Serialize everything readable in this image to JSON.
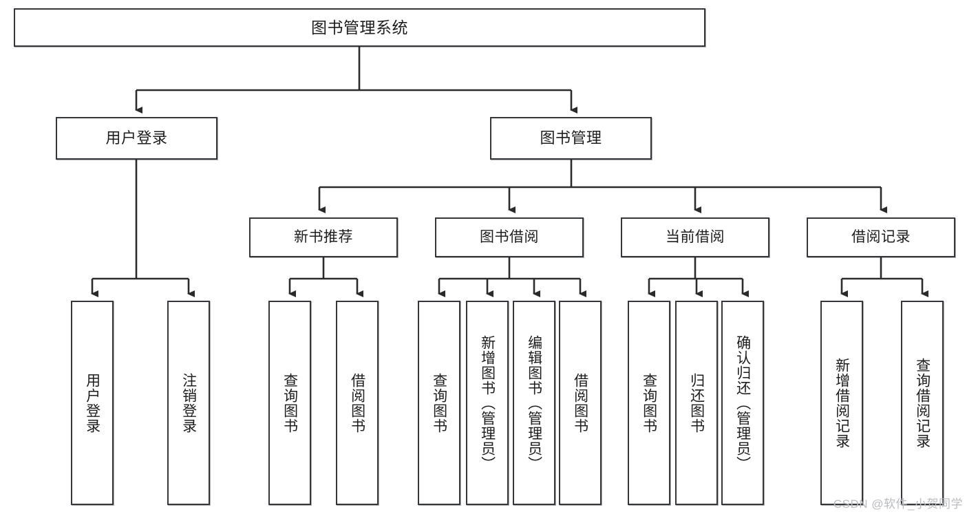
{
  "diagram": {
    "title": "图书管理系统",
    "type": "tree-hierarchy-diagram",
    "colors": {
      "box_border": "#33373b",
      "box_fill": "#ffffff",
      "edge": "#2b2b2b",
      "text": "#1d1d1d",
      "watermark": "#b9bcc0"
    },
    "nodes": {
      "root": {
        "label": "图书管理系统"
      },
      "level2": [
        {
          "id": "user-login",
          "label": "用户登录"
        },
        {
          "id": "book-management",
          "label": "图书管理"
        }
      ],
      "level3": [
        {
          "id": "new-book-recommend",
          "label": "新书推荐"
        },
        {
          "id": "book-borrow",
          "label": "图书借阅"
        },
        {
          "id": "current-borrow",
          "label": "当前借阅"
        },
        {
          "id": "borrow-record",
          "label": "借阅记录"
        }
      ],
      "leaves": {
        "user-login": [
          {
            "id": "user-login-leaf",
            "label": "用户登录"
          },
          {
            "id": "user-logout-leaf",
            "label": "注销登录"
          }
        ],
        "new-book-recommend": [
          {
            "id": "query-books-1",
            "label": "查询图书"
          },
          {
            "id": "borrow-books-1",
            "label": "借阅图书"
          }
        ],
        "book-borrow": [
          {
            "id": "query-books-2",
            "label": "查询图书"
          },
          {
            "id": "add-book-admin",
            "label": "新增图书（管理员）"
          },
          {
            "id": "edit-book-admin",
            "label": "编辑图书（管理员）"
          },
          {
            "id": "borrow-books-2",
            "label": "借阅图书"
          }
        ],
        "current-borrow": [
          {
            "id": "query-books-3",
            "label": "查询图书"
          },
          {
            "id": "return-books",
            "label": "归还图书"
          },
          {
            "id": "confirm-return-admin",
            "label": "确认归还（管理员）"
          }
        ],
        "borrow-record": [
          {
            "id": "add-borrow-record",
            "label": "新增借阅记录"
          },
          {
            "id": "query-borrow-record",
            "label": "查询借阅记录"
          }
        ]
      }
    },
    "watermark": "CSDN @软件_小贺同学"
  }
}
